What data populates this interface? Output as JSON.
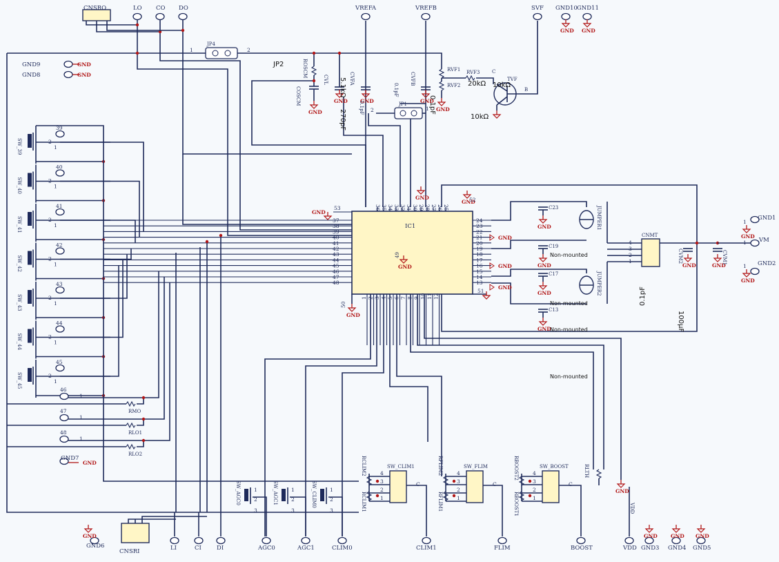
{
  "top_connectors": [
    "CNSRO",
    "LO",
    "CO",
    "DO",
    "VREFA",
    "VREFB",
    "SVF",
    "GND10",
    "GND11"
  ],
  "bottom_connectors": [
    "GND6",
    "CNSRI",
    "LI",
    "CI",
    "DI",
    "AGC0",
    "AGC1",
    "CLIM0",
    "CLIM1",
    "FLIM",
    "BOOST",
    "VDD",
    "GND3",
    "GND4",
    "GND5"
  ],
  "left_grounds": [
    "GND9",
    "GND8",
    "GND7"
  ],
  "gnd_label": "GND",
  "ic": {
    "name": "IC1",
    "left_pins": [
      "37",
      "38",
      "39",
      "40",
      "41",
      "42",
      "43",
      "44",
      "45",
      "46",
      "47",
      "48"
    ],
    "right_pins": [
      "24",
      "23",
      "22",
      "21",
      "20",
      "19",
      "18",
      "17",
      "16",
      "15",
      "14",
      "13"
    ],
    "top_pins": [
      "36",
      "35",
      "34",
      "33",
      "32",
      "31",
      "30",
      "29",
      "28",
      "27",
      "26",
      "25"
    ],
    "bottom_pins": [
      "1",
      "2",
      "3",
      "4",
      "5",
      "6",
      "7",
      "8",
      "9",
      "10",
      "11",
      "12"
    ],
    "pin_53": "53",
    "pin_50": "50",
    "pin_49": "49",
    "pin_51": "51",
    "pin_52": "52"
  },
  "switches": [
    {
      "name": "SW_39",
      "tp": "39"
    },
    {
      "name": "SW_40",
      "tp": "40"
    },
    {
      "name": "SW_41",
      "tp": "41"
    },
    {
      "name": "SW_42",
      "tp": "42"
    },
    {
      "name": "SW_43",
      "tp": "43"
    },
    {
      "name": "SW_44",
      "tp": "44"
    },
    {
      "name": "SW_45",
      "tp": "45"
    }
  ],
  "pin_nums": {
    "one": "1",
    "two": "2",
    "three": "3",
    "four": "4"
  },
  "resistor_rows": [
    {
      "tp": "46",
      "name": "RMO"
    },
    {
      "tp": "47",
      "name": "RLO1"
    },
    {
      "tp": "48",
      "name": "RLO2"
    }
  ],
  "top_parts": {
    "jp4": "JP4",
    "jp2": "JP2",
    "rosc": "ROSCM",
    "cosc": "COSCM",
    "cvl": "CVL",
    "cvfa": "CVFA",
    "cvfb": "CVFB",
    "rvf1": "RVF1",
    "rvf2": "RVF2",
    "rvf3": "RVF3",
    "tvf": "TVF",
    "jp1": "JP1",
    "b": "B",
    "c": "C"
  },
  "annotations": {
    "r51k": "5.1kΩ",
    "c270": "270pF",
    "c01a": "0.1pF",
    "c01b": "0.1pF",
    "r20k": "20kΩ",
    "r10ka": "10kΩ",
    "r10kb": "10kΩ",
    "nm": "Non-mounted",
    "c01c": "0.1pF",
    "c100": "100µF"
  },
  "right_parts": {
    "c23": "C23",
    "c19": "C19",
    "c17": "C17",
    "c13": "C13",
    "j1": "JUMPER1",
    "j2": "JUMPER2",
    "cnmt": "CNMT",
    "cm2": "CVM2",
    "cm1": "CVM1",
    "gnd1": "GND1",
    "gnd2": "GND2",
    "vm": "VM"
  },
  "bottom_parts": {
    "sw_clim1": "SW_CLIM1",
    "sw_flim": "SW_FLIM",
    "sw_boost": "SW_BOOST",
    "sw_agc0": "SW_AGC0",
    "sw_agc1": "SW_AGC1",
    "sw_clim0": "SW_CLIM0",
    "rclim2": "RCLIM2",
    "rclim1": "RCLIM1",
    "rflim2": "RFLIM2",
    "rflim1": "RFLIM1",
    "rboost2": "RBOOST2",
    "rboost1": "RBOOST1",
    "rlth": "RLTH",
    "vdd": "VDD",
    "c": "C"
  },
  "colors": {
    "wire": "#1e2a5a",
    "gnd": "#b11616",
    "part_fill": "#fff6c6",
    "background": "#f6f9fc"
  }
}
